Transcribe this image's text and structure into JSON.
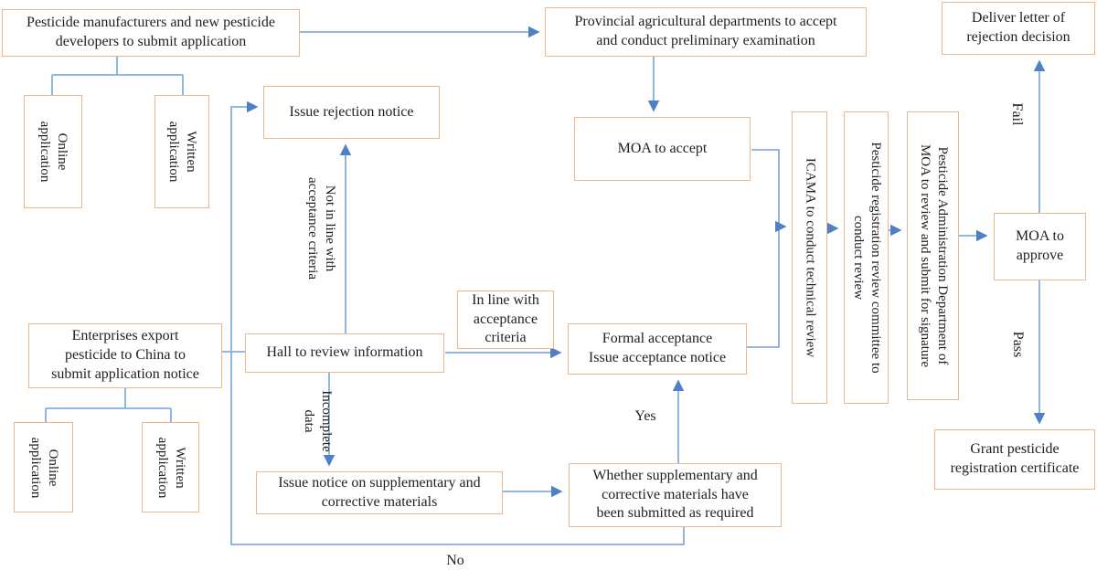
{
  "colors": {
    "box_border": "#f1b78c",
    "connector": "#85aedd",
    "arrowhead": "#4f80c6",
    "text_color": "#1f1f1f"
  },
  "nodes": {
    "manufacturers": [
      "Pesticide manufacturers and new pesticide",
      "developers to submit application"
    ],
    "online_application_top": [
      "Online",
      "application"
    ],
    "written_application_top": [
      "Written",
      "application"
    ],
    "provincial": [
      "Provincial agricultural departments to accept",
      "and conduct preliminary examination"
    ],
    "moa_accept": "MOA to accept",
    "issue_rejection": "Issue rejection notice",
    "hall_review": "Hall to review information",
    "in_line_criteria": [
      "In line with",
      "acceptance",
      "criteria"
    ],
    "formal_acceptance": [
      "Formal acceptance",
      "Issue acceptance notice"
    ],
    "issue_supplementary": [
      "Issue notice on supplementary and",
      "corrective materials"
    ],
    "whether_supplementary": [
      "Whether supplementary and",
      "corrective materials have",
      "been submitted as required"
    ],
    "icama": "ICAMA to conduct technical review",
    "committee": [
      "Pesticide registration review committee to",
      "conduct review"
    ],
    "admin_department": [
      "Pesticide Administration Department of",
      "MOA to review and submit for signature"
    ],
    "moa_approve": [
      "MOA to",
      "approve"
    ],
    "deliver_rejection": [
      "Deliver letter of",
      "rejection decision"
    ],
    "grant_certificate": [
      "Grant pesticide",
      "registration certificate"
    ],
    "enterprises": [
      "Enterprises export",
      "pesticide to China to",
      "submit application notice"
    ],
    "online_application_bottom": [
      "Online",
      "application"
    ],
    "written_application_bottom": [
      "Written",
      "application"
    ]
  },
  "labels": {
    "not_in_line": [
      "Not in line with",
      "acceptance criteria"
    ],
    "incomplete_data": [
      "Incomplete",
      "data"
    ],
    "yes": "Yes",
    "no": "No",
    "fail": "Fail",
    "pass": "Pass"
  }
}
